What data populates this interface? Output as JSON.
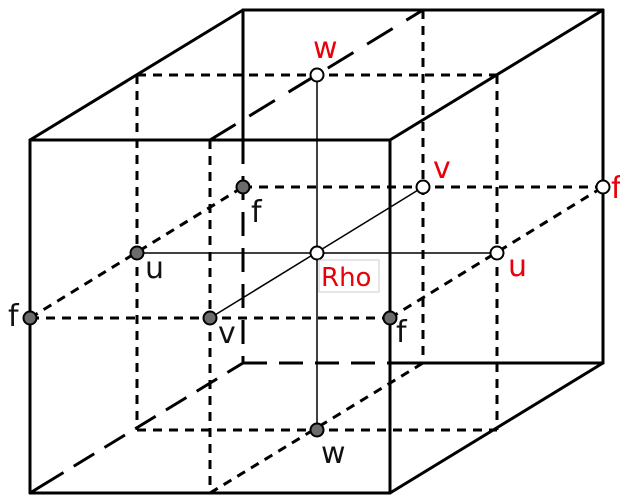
{
  "colors": {
    "black_label": "#111111",
    "red_label": "#e8000b",
    "line": "#000000",
    "filled_node": "#6b6b6b",
    "open_node": "#ffffff"
  },
  "labels": {
    "w_top": "w",
    "w_bottom": "w",
    "v_right": "v",
    "v_left": "v",
    "u_right": "u",
    "u_left": "u",
    "f_right": "f",
    "f_left": "f",
    "f_back": "f",
    "f_front": "f",
    "rho": "Rho"
  }
}
